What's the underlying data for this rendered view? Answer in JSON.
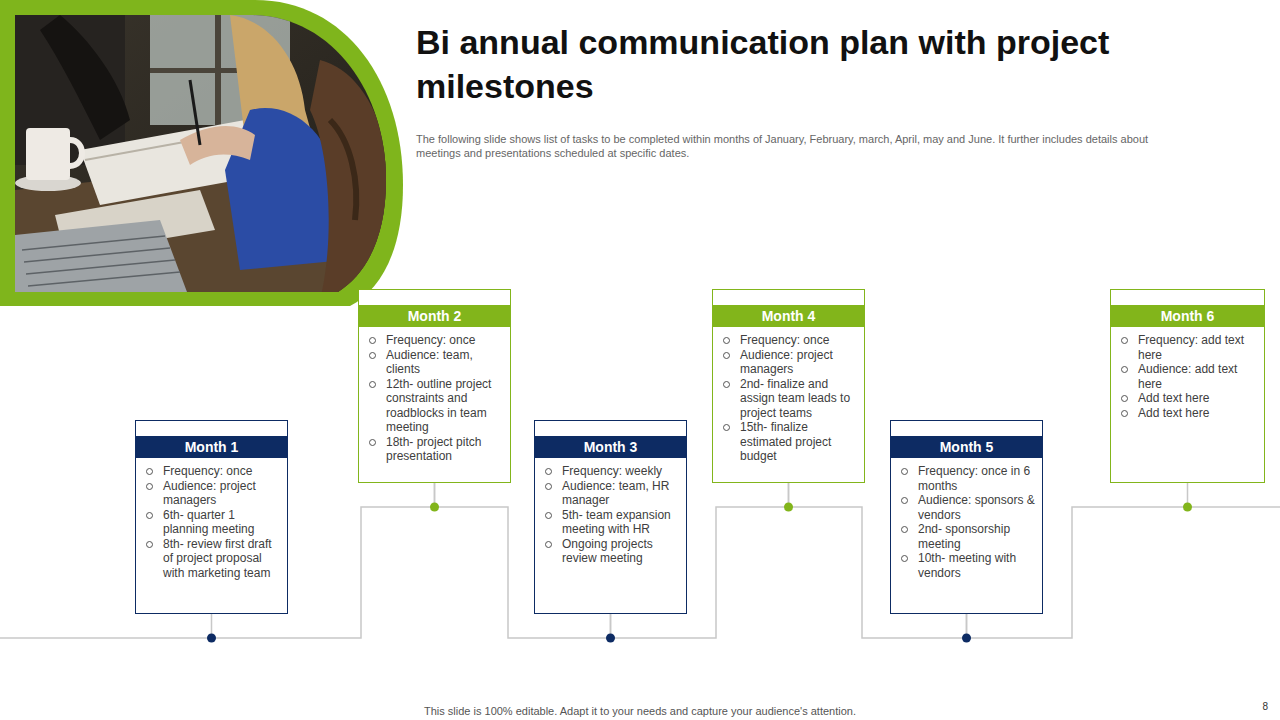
{
  "diagram": {
    "title": "Bi annual communication plan with project milestones",
    "caption": "The following slide shows list of tasks to be completed within months of January, February, march, April, may and June. It further includes details about meetings and presentations scheduled at specific dates.",
    "nodes": [
      {
        "text": [
          "Month 1",
          "Frequency: once",
          "Audience: project managers",
          "6th- quarter 1 planning meeting",
          "8th- review first draft of project proposal with marketing team"
        ]
      },
      {
        "text": [
          "Month 2",
          "Frequency: once",
          "Audience: team, clients",
          "12th- outline project constraints and roadblocks in team meeting",
          "18th- project pitch presentation"
        ]
      },
      {
        "text": [
          "Month 3",
          "Frequency: weekly",
          "Audience: team, HR manager",
          "5th- team expansion meeting with HR",
          "Ongoing projects review meeting"
        ]
      },
      {
        "text": [
          "Month 4",
          "Frequency: once",
          "Audience: project managers",
          "2nd- finalize and assign team leads to project teams",
          "15th- finalize estimated project budget"
        ]
      },
      {
        "text": [
          "Month 5",
          "Frequency: once in 6 months",
          "Audience: sponsors & vendors",
          "2nd- sponsorship meeting",
          "10th- meeting with vendors"
        ]
      },
      {
        "text": [
          "Month 6",
          "Frequency: add text here",
          "Audience: add text here",
          "Add text here",
          "Add text here"
        ]
      }
    ],
    "edges": [
      {
        "from": 0,
        "to": 1,
        "arrow": "none"
      },
      {
        "from": 1,
        "to": 2,
        "arrow": "none"
      },
      {
        "from": 2,
        "to": 3,
        "arrow": "none"
      },
      {
        "from": 3,
        "to": 4,
        "arrow": "none"
      },
      {
        "from": 4,
        "to": 5,
        "arrow": "none"
      }
    ],
    "labels": [
      "This slide is 100% editable. Adapt it to your needs and capture your audience's attention.",
      "8"
    ]
  }
}
